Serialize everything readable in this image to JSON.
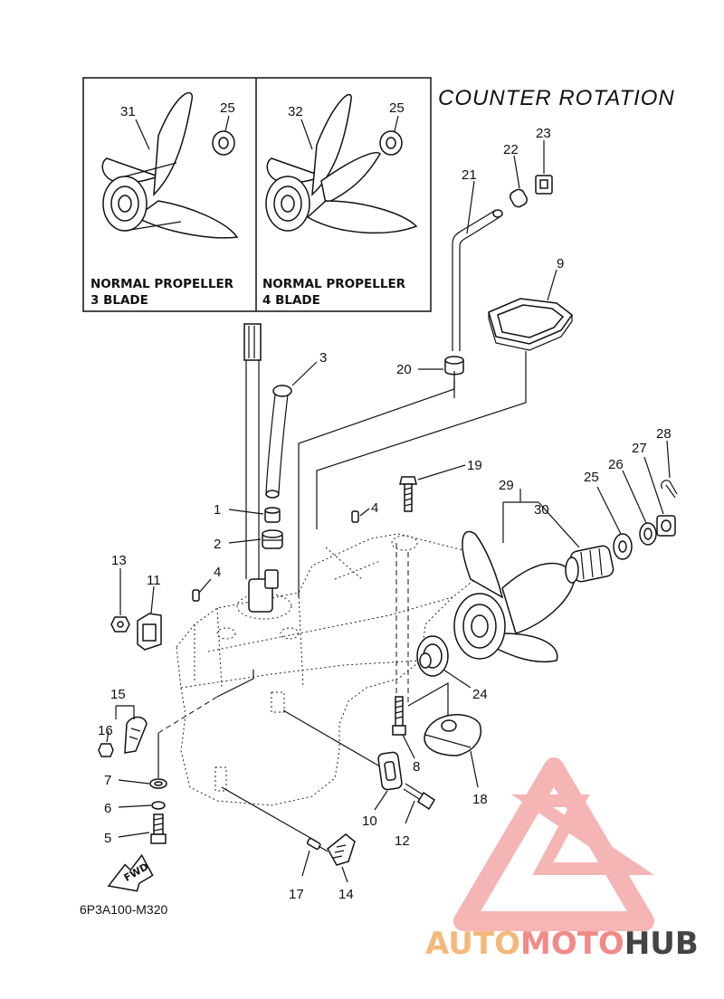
{
  "title": "COUNTER  ROTATION",
  "diagram_code": "6P3A100-M320",
  "insets": [
    {
      "ref": "31",
      "washer_ref": "25",
      "caption_line1": "NORMAL PROPELLER",
      "caption_line2": "3 BLADE"
    },
    {
      "ref": "32",
      "washer_ref": "25",
      "caption_line1": "NORMAL PROPELLER",
      "caption_line2": "4 BLADE"
    }
  ],
  "callouts": {
    "c1": "1",
    "c2": "2",
    "c3": "3",
    "c4a": "4",
    "c4b": "4",
    "c5": "5",
    "c6": "6",
    "c7": "7",
    "c8": "8",
    "c9": "9",
    "c10": "10",
    "c11": "11",
    "c12": "12",
    "c13": "13",
    "c14": "14",
    "c15": "15",
    "c16": "16",
    "c17": "17",
    "c18": "18",
    "c19": "19",
    "c20": "20",
    "c21": "21",
    "c22": "22",
    "c23": "23",
    "c24": "24",
    "c25": "25",
    "c26": "26",
    "c27": "27",
    "c28": "28",
    "c29": "29",
    "c30": "30"
  },
  "fwd_label": "FWD",
  "watermark": {
    "part1": "AUTO",
    "part2": "MOTO",
    "part3": "HUB",
    "color1": "#f4b97a",
    "color2": "#f28a8a",
    "color3": "#444444"
  }
}
